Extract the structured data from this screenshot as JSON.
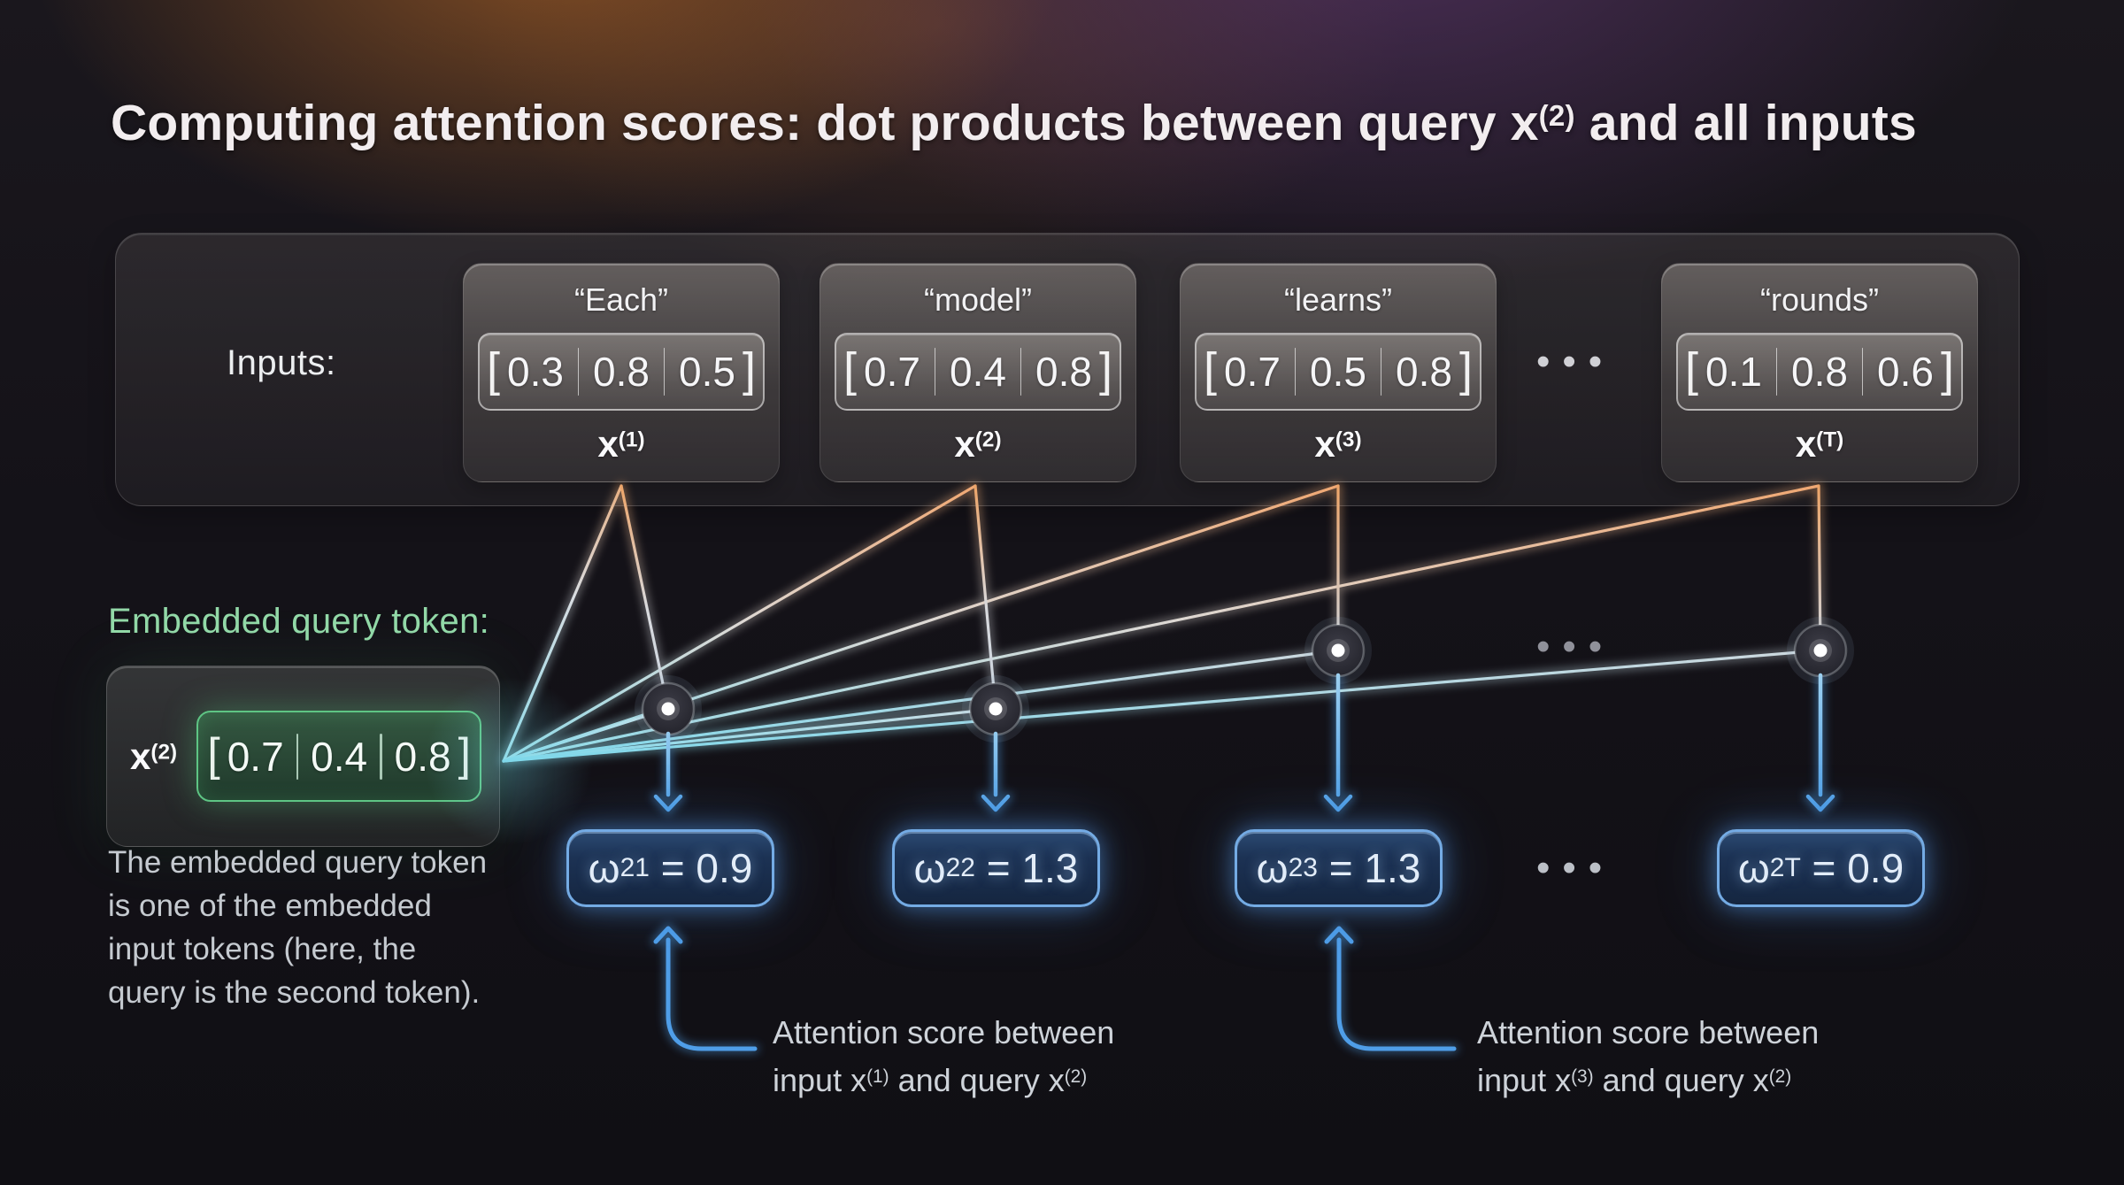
{
  "title": {
    "prefix": "Computing attention scores: dot products between query x",
    "query_sup": "(2)",
    "suffix": " and all inputs"
  },
  "glyphs": {
    "open_bracket": "[",
    "close_bracket": "]",
    "ellipsis": "•••"
  },
  "inputs_panel": {
    "label": "Inputs:",
    "tokens": [
      {
        "word": "“Each”",
        "values": [
          "0.3",
          "0.8",
          "0.5"
        ],
        "var": "x",
        "sup": "(1)"
      },
      {
        "word": "“model”",
        "values": [
          "0.7",
          "0.4",
          "0.8"
        ],
        "var": "x",
        "sup": "(2)"
      },
      {
        "word": "“learns”",
        "values": [
          "0.7",
          "0.5",
          "0.8"
        ],
        "var": "x",
        "sup": "(3)"
      },
      {
        "word": "“rounds”",
        "values": [
          "0.1",
          "0.8",
          "0.6"
        ],
        "var": "x",
        "sup": "(T)"
      }
    ]
  },
  "query": {
    "heading": "Embedded query token:",
    "var": "x",
    "sup": "(2)",
    "values": [
      "0.7",
      "0.4",
      "0.8"
    ],
    "caption": "The embedded query token is one of the embedded input tokens (here, the query is the second token)."
  },
  "scores": [
    {
      "base": "ω",
      "sub": "21",
      "eq": " = 0.9"
    },
    {
      "base": "ω",
      "sub": "22",
      "eq": " = 1.3"
    },
    {
      "base": "ω",
      "sub": "23",
      "eq": " = 1.3"
    },
    {
      "base": "ω",
      "sub": "2T",
      "eq": " = 0.9"
    }
  ],
  "annotations": [
    {
      "line1": "Attention score between",
      "l2a": "input x",
      "sup_a": "(1)",
      "l2b": " and query x",
      "sup_b": "(2)"
    },
    {
      "line1": "Attention score between",
      "l2a": "input x",
      "sup_a": "(3)",
      "l2b": " and query x",
      "sup_b": "(2)"
    }
  ],
  "colors": {
    "accent_orange": "#f0a873",
    "accent_cyan": "#7fd8ea",
    "accent_blue": "#4f9ee8",
    "accent_green": "#5ec584"
  }
}
